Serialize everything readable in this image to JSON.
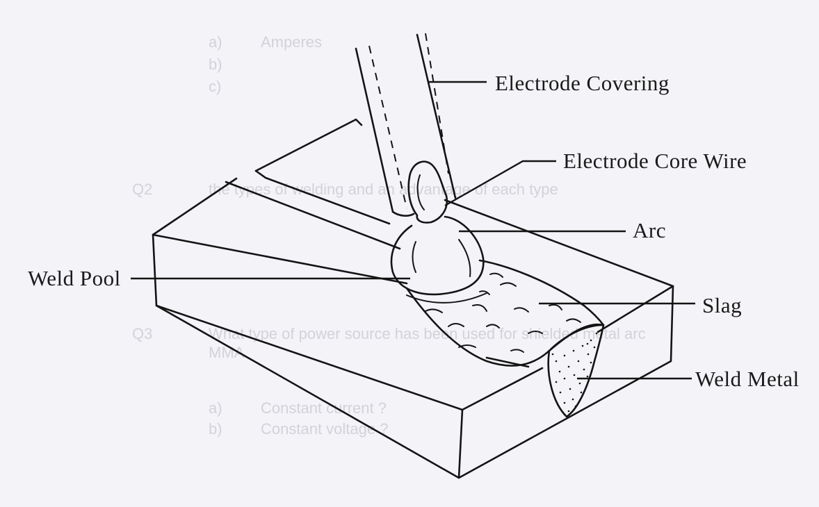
{
  "labels": {
    "electrode_covering": "Electrode Covering",
    "electrode_core_wire": "Electrode Core Wire",
    "arc": "Arc",
    "weld_pool": "Weld Pool",
    "slag": "Slag",
    "weld_metal": "Weld Metal"
  }
}
